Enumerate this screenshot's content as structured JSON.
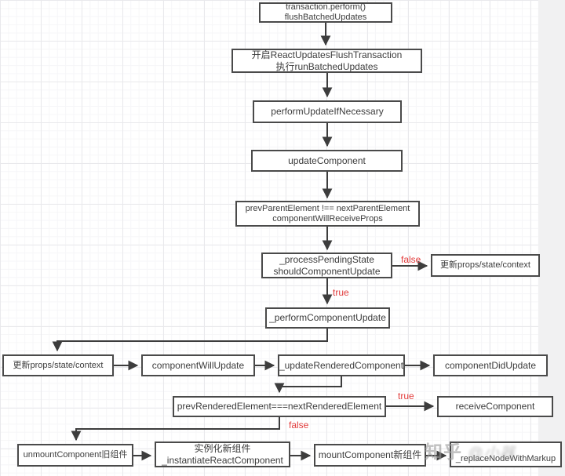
{
  "nodes": [
    {
      "id": "transaction-perform",
      "lines": [
        "transaction.perform()",
        "flushBatchedUpdates"
      ]
    },
    {
      "id": "flush-transaction",
      "lines": [
        "开启ReactUpdatesFlushTransaction",
        "执行runBatchedUpdates"
      ]
    },
    {
      "id": "perform-update-if-necessary",
      "lines": [
        "performUpdateIfNecessary"
      ]
    },
    {
      "id": "update-component",
      "lines": [
        "updateComponent"
      ]
    },
    {
      "id": "prev-parent-element-check",
      "lines": [
        "prevParentElement !== nextParentElement",
        "componentWillReceiveProps"
      ]
    },
    {
      "id": "should-component-update",
      "lines": [
        "_processPendingState",
        "shouldComponentUpdate"
      ]
    },
    {
      "id": "update-props-context-right",
      "lines": [
        "更新props/state/context"
      ]
    },
    {
      "id": "perform-component-update",
      "lines": [
        "_performComponentUpdate"
      ]
    },
    {
      "id": "update-props-context-left",
      "lines": [
        "更新props/state/context"
      ]
    },
    {
      "id": "component-will-update",
      "lines": [
        "componentWillUpdate"
      ]
    },
    {
      "id": "update-rendered-component",
      "lines": [
        "_updateRenderedComponent"
      ]
    },
    {
      "id": "component-did-update",
      "lines": [
        "componentDidUpdate"
      ]
    },
    {
      "id": "prev-rendered-element-check",
      "lines": [
        "prevRenderedElement===nextRenderedElement"
      ]
    },
    {
      "id": "receive-component",
      "lines": [
        "receiveComponent"
      ]
    },
    {
      "id": "unmount-component",
      "lines": [
        "unmountComponent旧组件"
      ]
    },
    {
      "id": "instantiate-react-component",
      "lines": [
        "实例化新组件",
        "_instantiateReactComponent"
      ]
    },
    {
      "id": "mount-component",
      "lines": [
        "mountComponent新组件"
      ]
    },
    {
      "id": "replace-node-with-markup",
      "lines": [
        "_replaceNodeWithMarkup"
      ]
    }
  ],
  "edge_labels": {
    "scu_false": "false",
    "scu_true": "true",
    "pre_true": "true",
    "pre_false": "false"
  },
  "watermark": {
    "site": "知乎",
    "handle": "@小器"
  },
  "colors": {
    "edge_label_red": "#e23c3c",
    "node_border": "#4a4a4a",
    "edge_stroke": "#3d3d3d",
    "canvas_side": "#f1f1f2"
  }
}
